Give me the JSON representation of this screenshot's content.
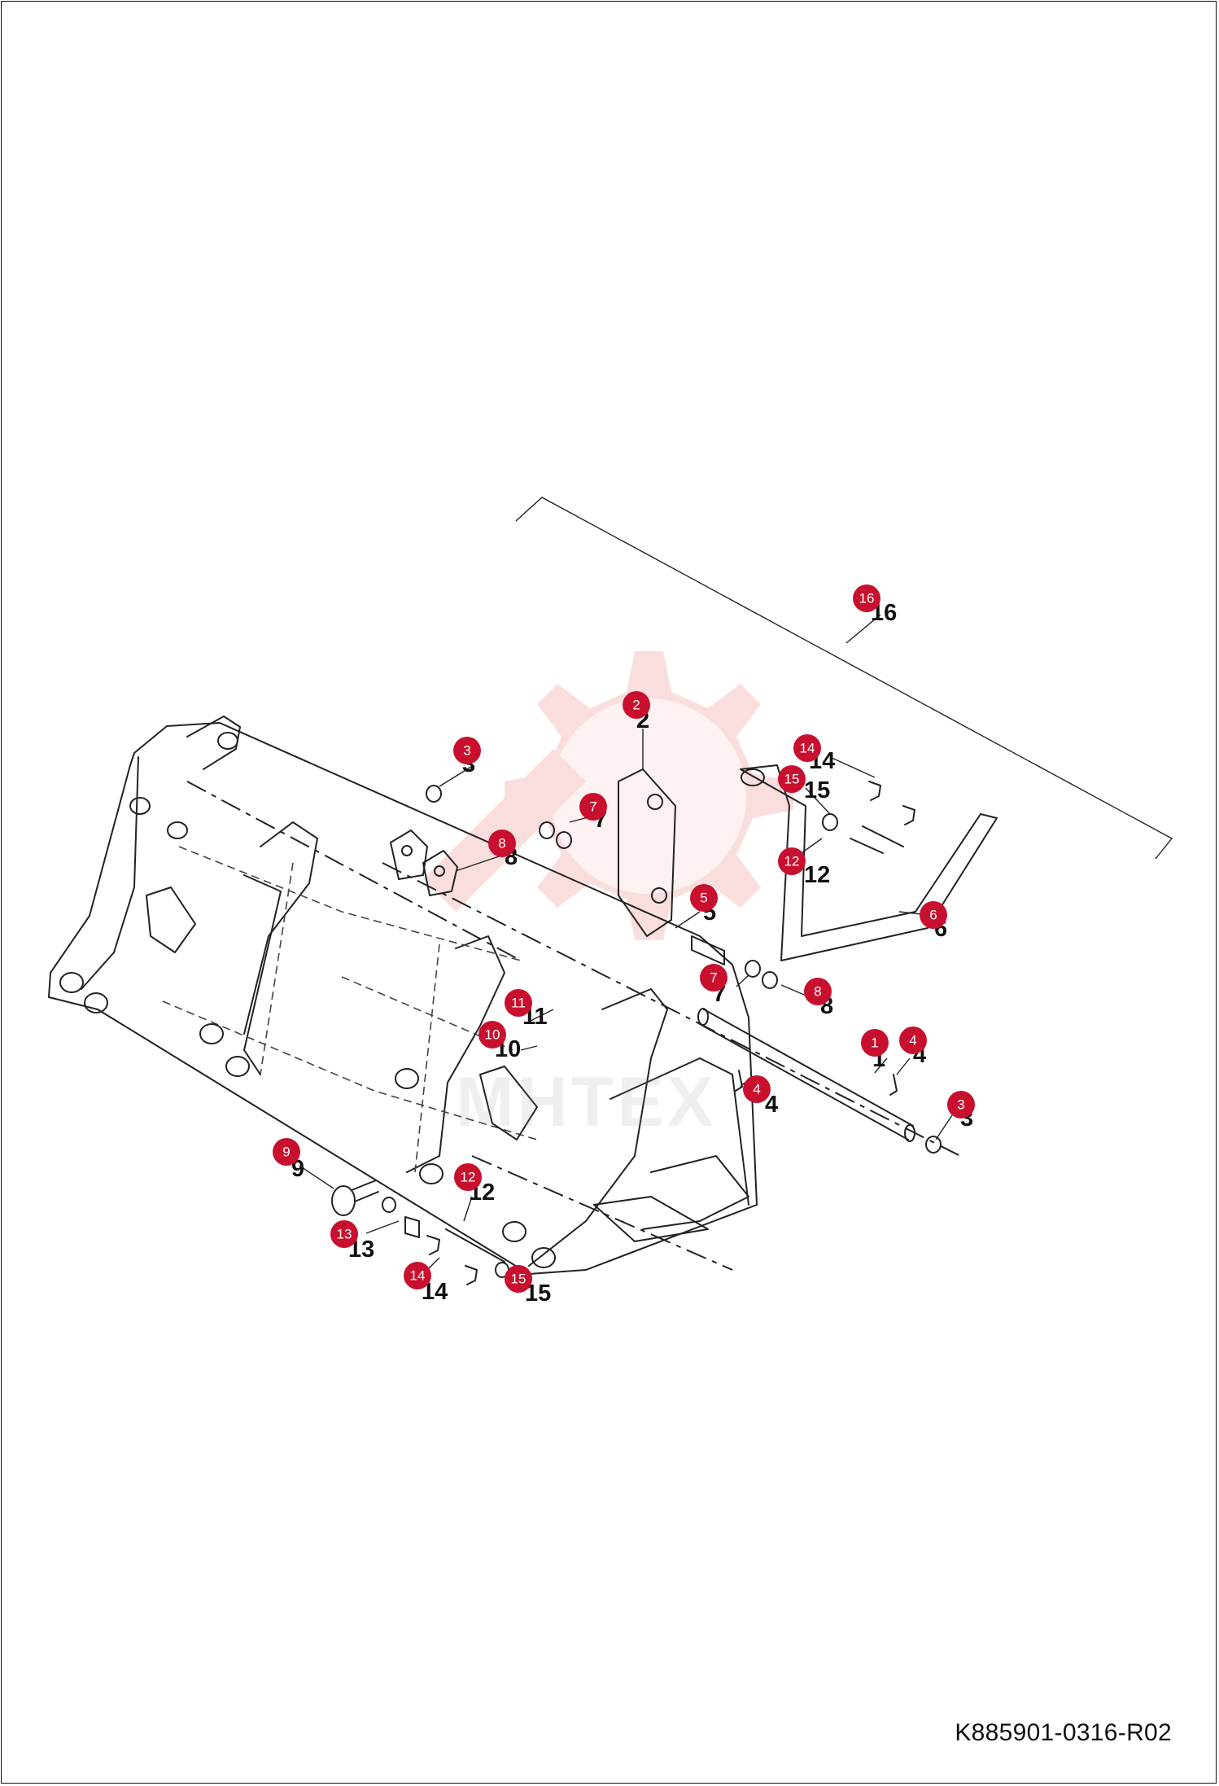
{
  "drawing_code": "K885901-0316-R02",
  "watermark_text": "MHTEX",
  "colors": {
    "badge": "#c8102e",
    "watermark": "#f5b8b8",
    "line": "#222222"
  },
  "callouts": [
    {
      "badge": "16",
      "number": "16"
    },
    {
      "badge": "2",
      "number": "2"
    },
    {
      "badge": "3",
      "number": "3"
    },
    {
      "badge": "14",
      "number": "14"
    },
    {
      "badge": "15",
      "number": "15"
    },
    {
      "badge": "7",
      "number": "7"
    },
    {
      "badge": "8",
      "number": "8"
    },
    {
      "badge": "12",
      "number": "12"
    },
    {
      "badge": "5",
      "number": "5"
    },
    {
      "badge": "6",
      "number": "6"
    },
    {
      "badge": "7",
      "number": "7"
    },
    {
      "badge": "8",
      "number": "8"
    },
    {
      "badge": "11",
      "number": "11"
    },
    {
      "badge": "10",
      "number": "10"
    },
    {
      "badge": "1",
      "number": "1"
    },
    {
      "badge": "4",
      "number": "4"
    },
    {
      "badge": "4",
      "number": "4"
    },
    {
      "badge": "3",
      "number": "3"
    },
    {
      "badge": "9",
      "number": "9"
    },
    {
      "badge": "12",
      "number": "12"
    },
    {
      "badge": "13",
      "number": "13"
    },
    {
      "badge": "14",
      "number": "14"
    },
    {
      "badge": "15",
      "number": "15"
    }
  ]
}
